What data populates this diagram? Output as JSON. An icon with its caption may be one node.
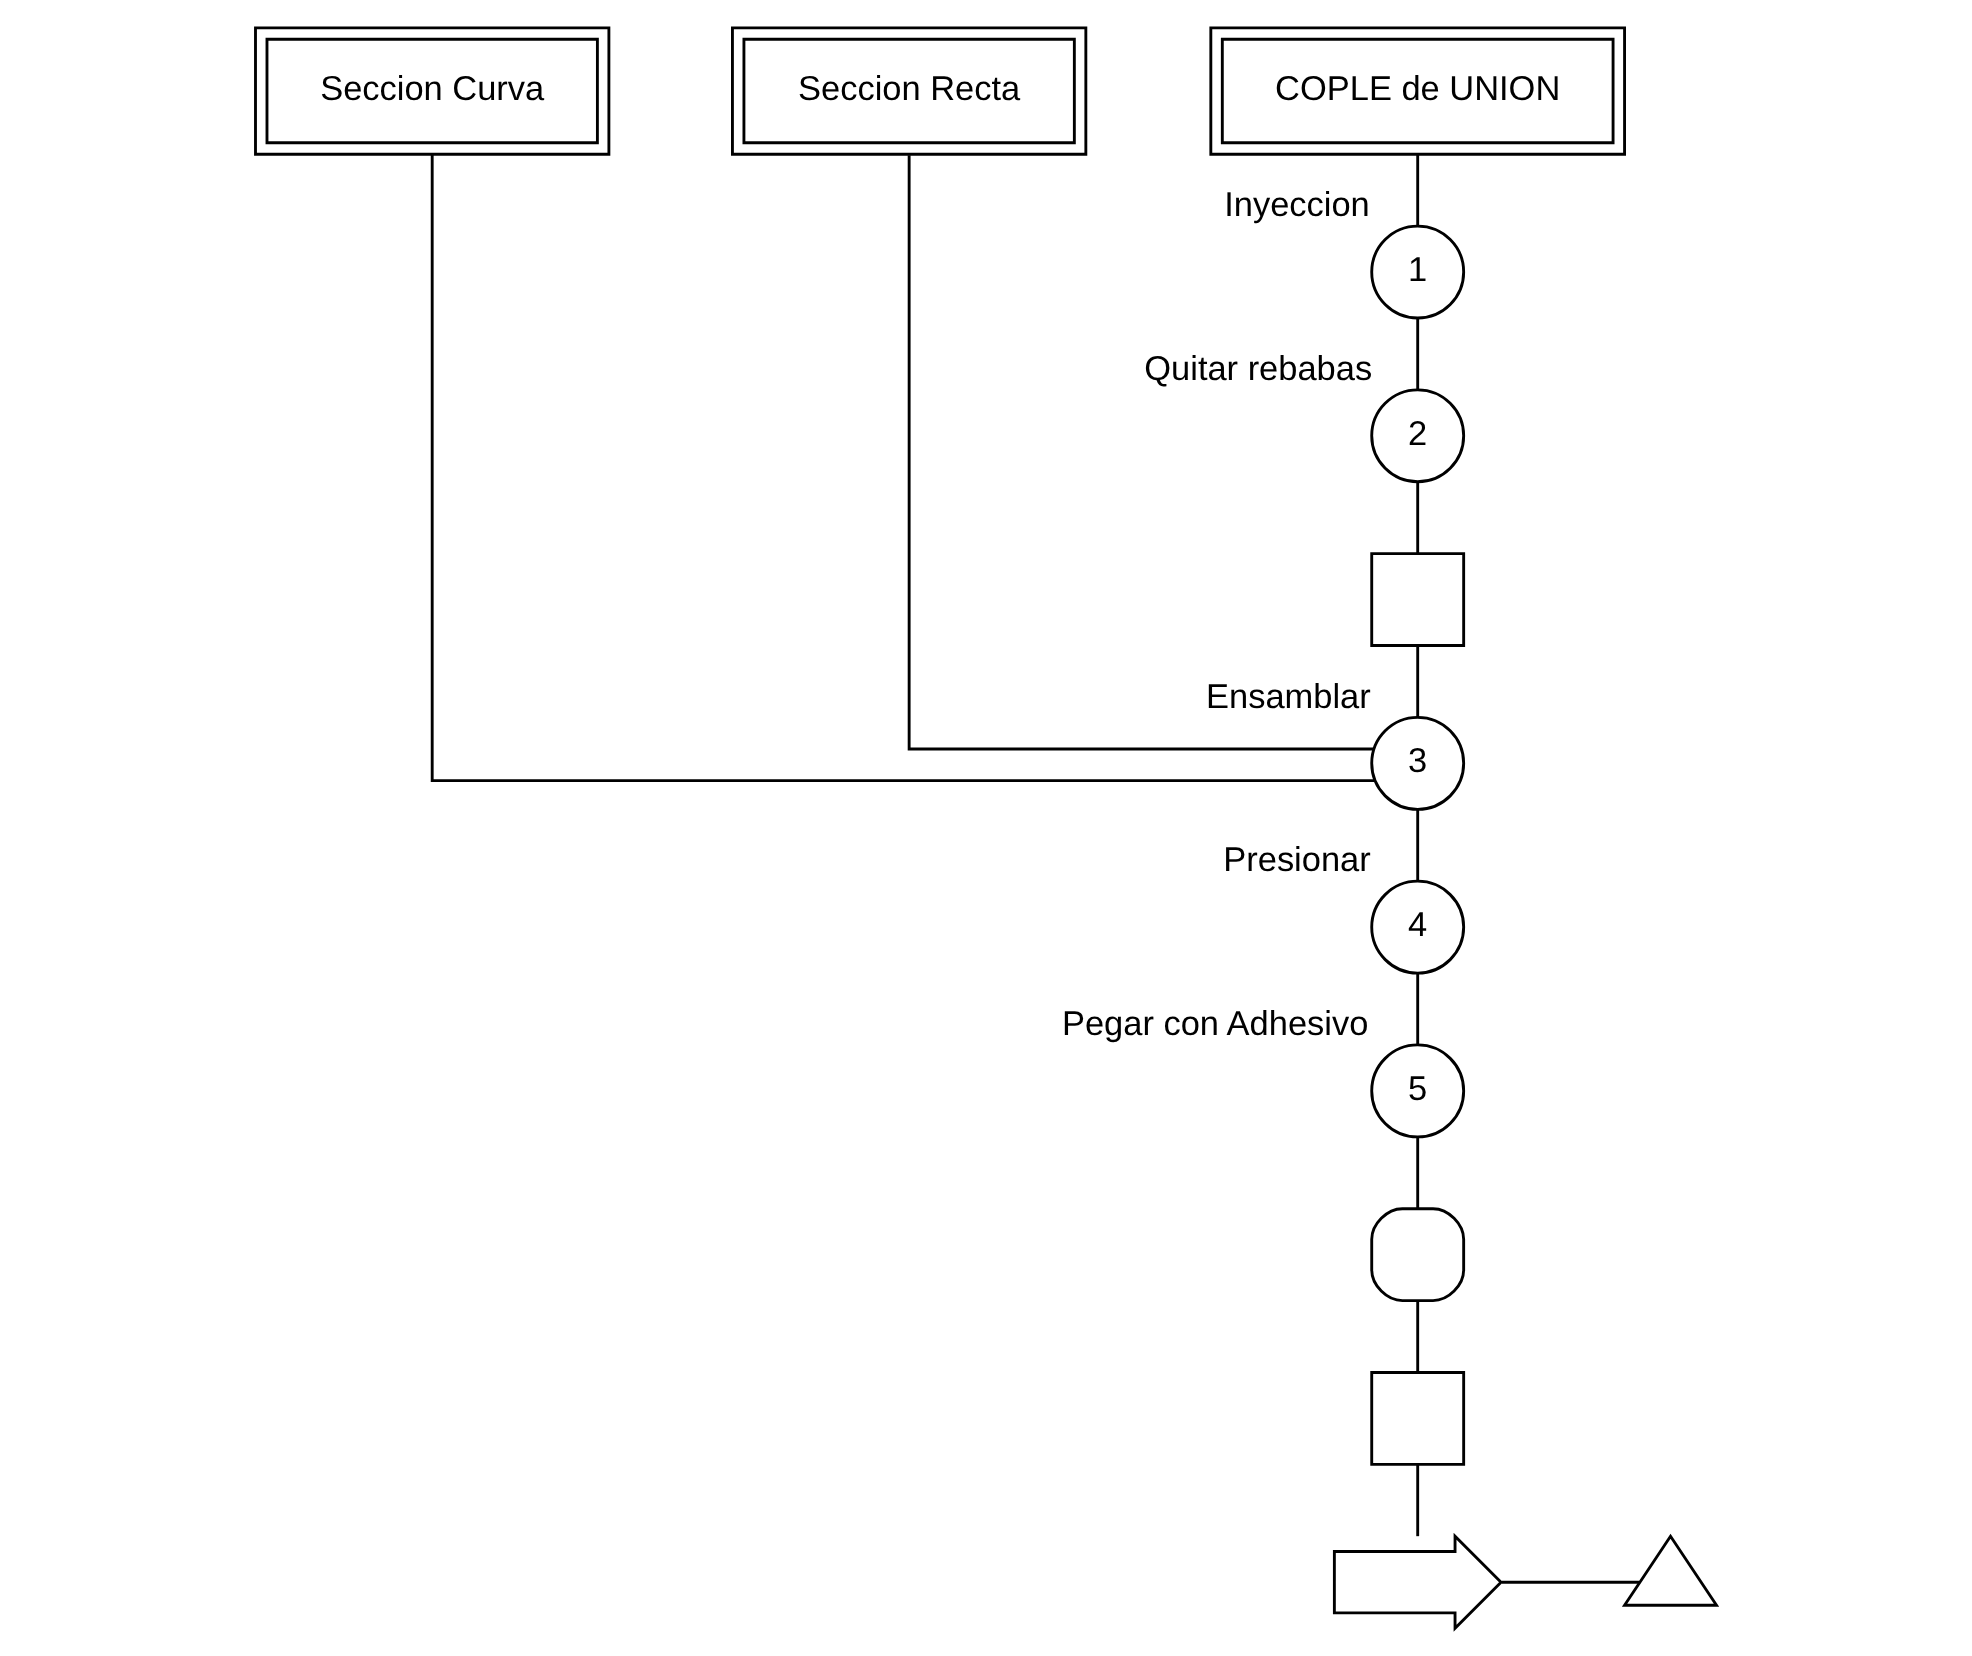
{
  "diagram": {
    "nodes": [
      {
        "text": [
          "Seccion Curva"
        ]
      },
      {
        "text": [
          "Seccion Recta"
        ]
      },
      {
        "text": [
          "COPLE de UNION"
        ]
      },
      {
        "text": [
          "1"
        ],
        "beside": [
          "Inyeccion"
        ]
      },
      {
        "text": [
          "2"
        ],
        "beside": [
          "Quitar rebabas"
        ]
      },
      {
        "text": [],
        "shape": "box"
      },
      {
        "text": [
          "3"
        ],
        "beside": [
          "Ensamblar"
        ]
      },
      {
        "text": [
          "4"
        ],
        "beside": [
          "Presionar"
        ]
      },
      {
        "text": [
          "5"
        ],
        "beside": [
          "Pegar con Adhesivo"
        ]
      },
      {
        "text": [],
        "shape": "delay"
      },
      {
        "text": [],
        "shape": "box"
      },
      {
        "text": [],
        "shape": "arrow"
      },
      {
        "text": [],
        "shape": "triangle"
      }
    ],
    "edges": [
      {
        "from": 2,
        "to": 3,
        "arrow": "none"
      },
      {
        "from": 3,
        "to": 4,
        "arrow": "none"
      },
      {
        "from": 4,
        "to": 5,
        "arrow": "none"
      },
      {
        "from": 5,
        "to": 6,
        "arrow": "none"
      },
      {
        "from": 0,
        "to": 6,
        "arrow": "none"
      },
      {
        "from": 1,
        "to": 6,
        "arrow": "none"
      },
      {
        "from": 6,
        "to": 7,
        "arrow": "none"
      },
      {
        "from": 7,
        "to": 8,
        "arrow": "none"
      },
      {
        "from": 8,
        "to": 9,
        "arrow": "none"
      },
      {
        "from": 9,
        "to": 10,
        "arrow": "none"
      },
      {
        "from": 10,
        "to": 11,
        "arrow": "none"
      },
      {
        "from": 11,
        "to": 12,
        "arrow": "none"
      }
    ]
  }
}
